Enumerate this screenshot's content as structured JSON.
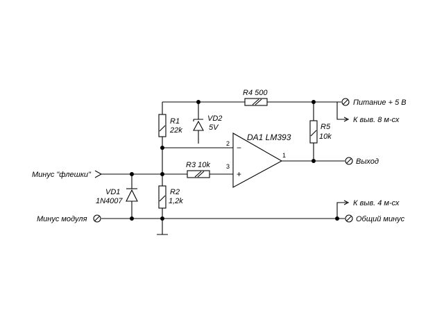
{
  "components": {
    "r1": {
      "name": "R1",
      "value": "22k"
    },
    "r2": {
      "name": "R2",
      "value": "1,2k"
    },
    "r3": {
      "label": "R3 10k"
    },
    "r4": {
      "label": "R4 500"
    },
    "r5": {
      "name": "R5",
      "value": "10k"
    },
    "vd1": {
      "name": "VD1",
      "value": "1N4007"
    },
    "vd2": {
      "name": "VD2",
      "value": "5V"
    },
    "da1": {
      "label": "DA1 LM393",
      "pin_inv": "2",
      "pin_noninv": "3",
      "pin_out": "1",
      "sign_minus": "−",
      "sign_plus": "+"
    }
  },
  "terminals": {
    "power": "Питание + 5 В",
    "pin8": "К выв. 8 м-сх",
    "output": "Выход",
    "pin4": "К выв. 4 м-сх",
    "common": "Общий минус",
    "flash_minus": "Минус \"флешки\"",
    "module_minus": "Минус модуля"
  }
}
